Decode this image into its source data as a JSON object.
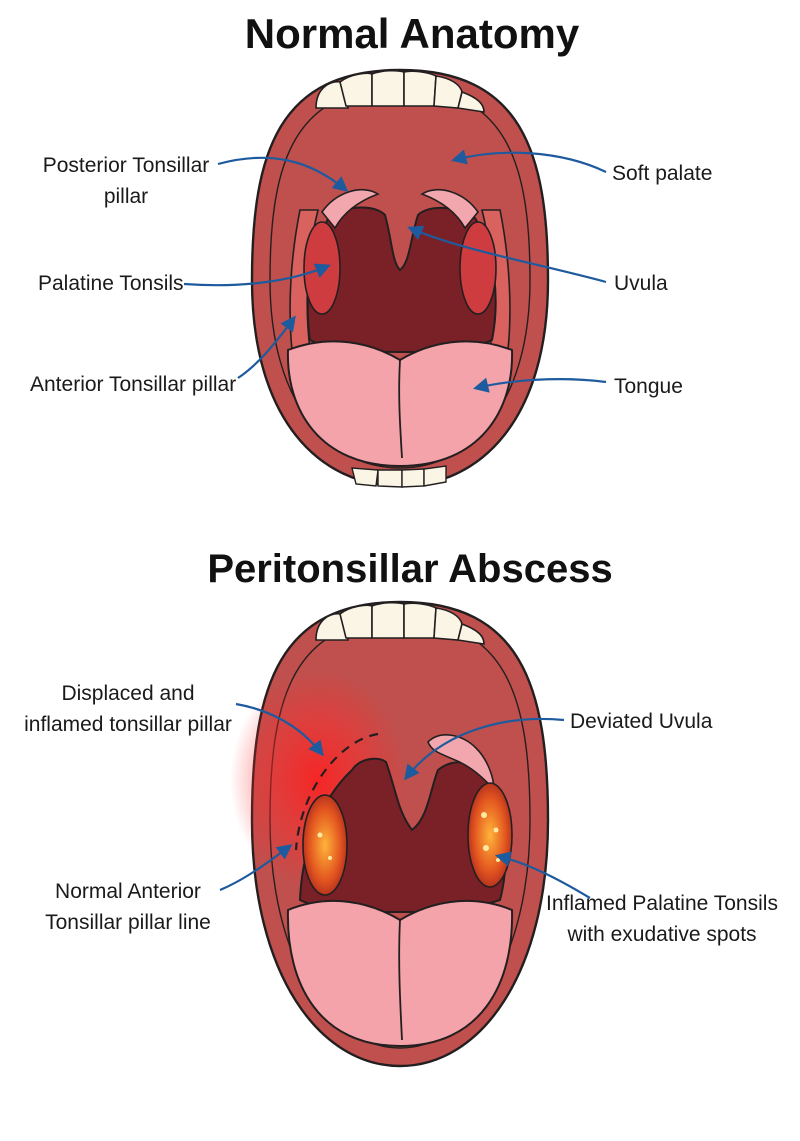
{
  "panels": [
    {
      "title": "Normal Anatomy",
      "labels": {
        "posterior_pillar": [
          "Posterior Tonsillar",
          "pillar"
        ],
        "palatine_tonsils": [
          "Palatine Tonsils"
        ],
        "anterior_pillar": [
          "Anterior Tonsillar pillar"
        ],
        "soft_palate": [
          "Soft palate"
        ],
        "uvula": [
          "Uvula"
        ],
        "tongue": [
          "Tongue"
        ]
      }
    },
    {
      "title": "Peritonsillar Abscess",
      "labels": {
        "displaced_pillar": [
          "Displaced and",
          "inflamed tonsillar pillar"
        ],
        "normal_pillar_line": [
          "Normal Anterior",
          "Tonsillar pillar line"
        ],
        "deviated_uvula": [
          "Deviated Uvula"
        ],
        "inflamed_tonsils": [
          "Inflamed Palatine Tonsils",
          "with exudative spots"
        ]
      }
    }
  ],
  "colors": {
    "palate": "#c0504d",
    "throat": "#7a2027",
    "tongue": "#f4a3aa",
    "tonsil": "#cf3c3f",
    "pillar": "#f2a7ae",
    "teeth": "#fbf5e6",
    "inflammation": "#ff1e1e",
    "exudate": "#ffe9a0",
    "arrow": "#1e5a9e"
  }
}
